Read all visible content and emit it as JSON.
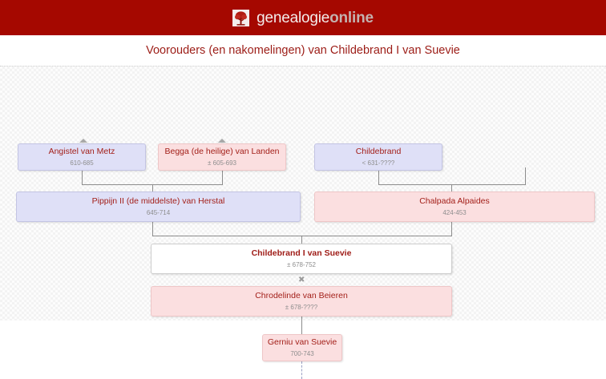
{
  "header": {
    "brand_primary": "genealogie",
    "brand_secondary": "online",
    "logo_icon": "tree-icon",
    "background_color": "#a50800"
  },
  "title": {
    "text": "Voorouders (en nakomelingen) van Childebrand I van Suevie",
    "color": "#9c1c16"
  },
  "chart_colors": {
    "male_fill": "#dfe0f7",
    "female_fill": "#fbdfe0",
    "focus_fill": "#ffffff",
    "name_text": "#a3201a",
    "date_text": "#8e8e8e",
    "connector": "#8c8c8c"
  },
  "tree": {
    "generation_1": [
      {
        "name": "Angistel van Metz",
        "dates": "610-685",
        "sex": "male",
        "has_ancestors_arrow": true
      },
      {
        "name": "Begga (de heilige) van Landen",
        "dates": "± 605-693",
        "sex": "female",
        "has_ancestors_arrow": true
      },
      {
        "name": "Childebrand",
        "dates": "< 631-????",
        "sex": "male",
        "has_ancestors_arrow": false
      }
    ],
    "generation_2": [
      {
        "name": "Pippijn II (de middelste) van Herstal",
        "dates": "645-714",
        "sex": "male"
      },
      {
        "name": "Chalpada Alpaides",
        "dates": "424-453",
        "sex": "female"
      }
    ],
    "focus_person": {
      "name": "Childebrand I van Suevie",
      "dates": "± 678-752",
      "sex": "focus"
    },
    "union_symbol": "✖",
    "spouse": {
      "name": "Chrodelinde van Beieren",
      "dates": "± 678-????",
      "sex": "female"
    },
    "child": {
      "name": "Gerniu van Suevie",
      "dates": "700-743",
      "sex": "female"
    }
  }
}
